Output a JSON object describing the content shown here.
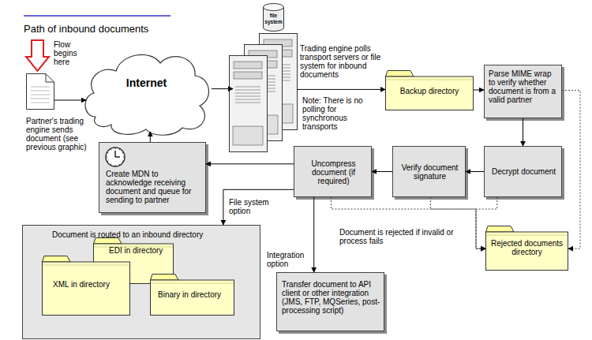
{
  "diagram": {
    "title": "Path of inbound documents",
    "nodes": [
      {
        "text": [
          "Partner's trading engine sends document (see previous graphic)"
        ]
      },
      {
        "text": [
          "Internet"
        ]
      },
      {
        "text": [
          "file system"
        ]
      },
      {
        "text": [
          "Trading engine polls transport servers or file system for inbound documents",
          "Note: There is no polling for synchronous transports"
        ]
      },
      {
        "text": [
          "Backup directory"
        ]
      },
      {
        "text": [
          "Parse MIME wrap to verify whether document is from a valid partner"
        ]
      },
      {
        "text": [
          "Create MDN to acknowledge receiving document and queue for sending to partner"
        ]
      },
      {
        "text": [
          "Uncompress document (if required)"
        ]
      },
      {
        "text": [
          "Verify document signature"
        ]
      },
      {
        "text": [
          "Decrypt document"
        ]
      },
      {
        "text": [
          "Document is routed to an inbound directory"
        ]
      },
      {
        "text": [
          "EDI in directory"
        ],
        "in": 10
      },
      {
        "text": [
          "XML in directory"
        ],
        "in": 10
      },
      {
        "text": [
          "Binary in directory"
        ],
        "in": 10
      },
      {
        "text": [
          "Transfer document to API client or other integration (JMS, FTP, MQSeries, post-processing script)"
        ]
      },
      {
        "text": [
          "Rejected documents directory"
        ]
      }
    ],
    "edges": [
      {
        "from": 0,
        "to": 1,
        "arrow": "to"
      },
      {
        "from": 1,
        "to": 3,
        "arrow": "to"
      },
      {
        "from": 3,
        "to": 4,
        "arrow": "to"
      },
      {
        "from": 4,
        "to": 5,
        "arrow": "to"
      },
      {
        "from": 5,
        "to": 9,
        "arrow": "to"
      },
      {
        "from": 9,
        "to": 8,
        "arrow": "to"
      },
      {
        "from": 8,
        "to": 7,
        "arrow": "to"
      },
      {
        "from": 7,
        "to": 6,
        "arrow": "to"
      },
      {
        "from": 6,
        "to": 1,
        "arrow": "to"
      },
      {
        "from": 7,
        "to": 10,
        "label": "File system option",
        "arrow": "to"
      },
      {
        "from": 7,
        "to": 14,
        "label": "Integration option",
        "arrow": "to"
      },
      {
        "from": 5,
        "to": 15,
        "arrow": "to"
      },
      {
        "from": 9,
        "to": 15,
        "arrow": "to"
      },
      {
        "from": 8,
        "to": 15,
        "arrow": "to"
      },
      {
        "from": 7,
        "to": 15,
        "arrow": "to"
      }
    ],
    "labels": [
      "Flow begins here",
      "Document is rejected if invalid or process fails"
    ]
  }
}
